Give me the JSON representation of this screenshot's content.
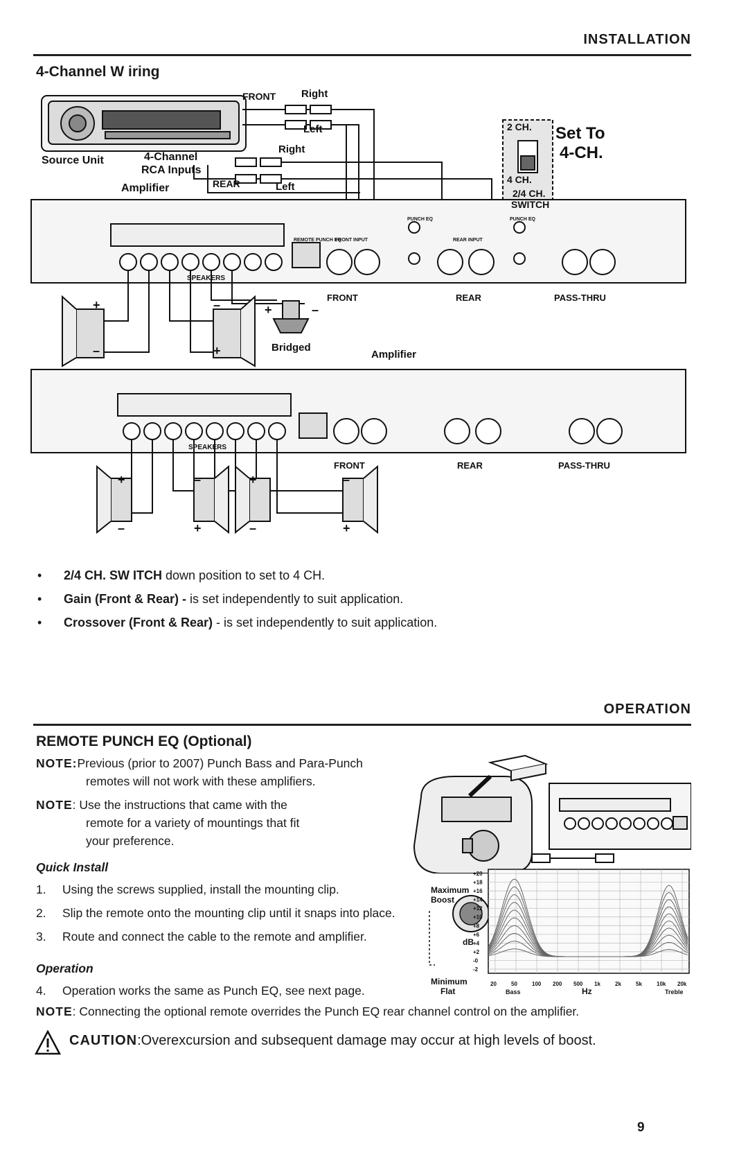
{
  "headers": {
    "installation": "INSTALLATION",
    "operation": "OPERATION"
  },
  "wiring": {
    "title": "4-Channel W iring",
    "diagram": {
      "front": "FRONT",
      "right": "Right",
      "left": "Left",
      "rear": "REAR",
      "source_unit": "Source Unit",
      "four_channel": "4-Channel",
      "rca_inputs": "RCA Inputs",
      "amplifier": "Amplifier",
      "two_ch": "2 CH.",
      "four_ch": "4 CH.",
      "two_four_ch": "2/4 CH.",
      "switch": "SWITCH",
      "set_to": "Set To",
      "set_to_value": "4-CH.",
      "bridged": "Bridged",
      "front_label": "FRONT",
      "rear_label": "REAR",
      "pass_thru": "PASS-THRU",
      "speakers": "SPEAKERS",
      "remote_punch_eq": "REMOTE PUNCH EQ",
      "front_input": "FRONT INPUT",
      "rear_input": "REAR INPUT",
      "punch_eq": "PUNCH EQ",
      "plus": "+",
      "minus": "–"
    },
    "bullets": [
      {
        "bold": "2/4 CH. SW ITCH",
        "text": " down position to set to 4 CH."
      },
      {
        "bold": "Gain (Front & Rear) -",
        "text": " is set independently to suit application."
      },
      {
        "bold": "Crossover (Front & Rear)",
        "text": " - is set independently to suit application."
      }
    ]
  },
  "remote": {
    "title": "REMOTE PUNCH EQ (Optional)",
    "note1_label": "NOTE:",
    "note1_line1": "Previous (prior to 2007) Punch Bass and Para-Punch",
    "note1_line2": "remotes will not work with these amplifiers.",
    "note2_label": "NOTE",
    "note2_line1": ": Use the instructions that came with the",
    "note2_line2": "remote for a variety of mountings that fit",
    "note2_line3": "your preference.",
    "quick_install": "Quick Install",
    "steps": [
      {
        "num": "1.",
        "text": "Using the screws supplied, install the mounting clip."
      },
      {
        "num": "2.",
        "text": "Slip the remote onto the mounting clip until it snaps into place."
      },
      {
        "num": "3.",
        "text": "Route and connect the cable to the remote and amplifier."
      }
    ],
    "operation_label": "Operation",
    "step4_num": "4.",
    "step4_text": "Operation works the same as Punch EQ, see next page.",
    "note3_label": "NOTE",
    "note3_text": ": Connecting the optional remote overrides the Punch EQ rear channel control on the amplifier.",
    "caution_label": "CAUTION",
    "caution_text": ":Overexcursion and subsequent damage may occur at high levels of boost.",
    "graph": {
      "maximum": "Maximum",
      "boost": "Boost",
      "minimum": "Minimum",
      "flat": "Flat",
      "db": "dB",
      "hz": "Hz",
      "bass": "Bass",
      "treble": "Treble",
      "y_ticks": [
        "+20",
        "+18",
        "+16",
        "+14",
        "+12",
        "+10",
        "+8",
        "+6",
        "+4",
        "+2",
        "-0",
        "-2"
      ],
      "x_ticks": [
        "20",
        "50",
        "100",
        "200",
        "500",
        "1k",
        "2k",
        "5k",
        "10k",
        "20k"
      ]
    }
  },
  "page_number": "9"
}
